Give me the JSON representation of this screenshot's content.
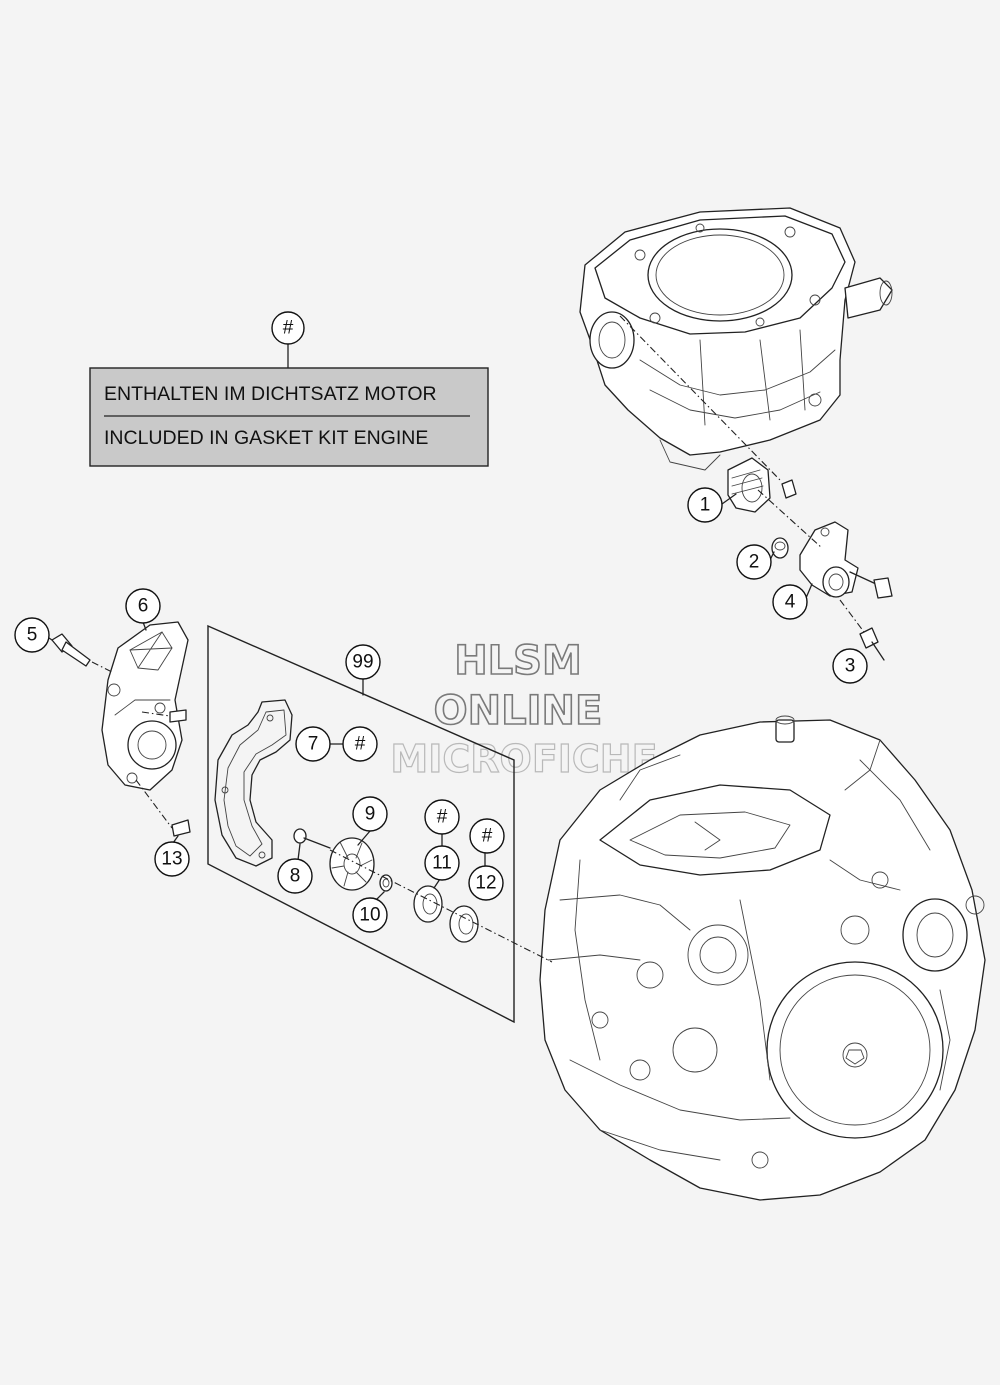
{
  "legend": {
    "marker": "#",
    "line_de": "ENTHALTEN IM DICHTSATZ MOTOR",
    "line_en": "INCLUDED IN GASKET KIT ENGINE"
  },
  "watermark": {
    "line1": "HLSM",
    "line2": "ONLINE",
    "line3": "MICROFICHE"
  },
  "callouts": {
    "c1": "1",
    "c2": "2",
    "c3": "3",
    "c4": "4",
    "c5": "5",
    "c6": "6",
    "c7": "7",
    "c8": "8",
    "c9": "9",
    "c10": "10",
    "c11": "11",
    "c12": "12",
    "c13": "13",
    "c99": "99",
    "h7": "#",
    "h11": "#",
    "h12": "#"
  }
}
